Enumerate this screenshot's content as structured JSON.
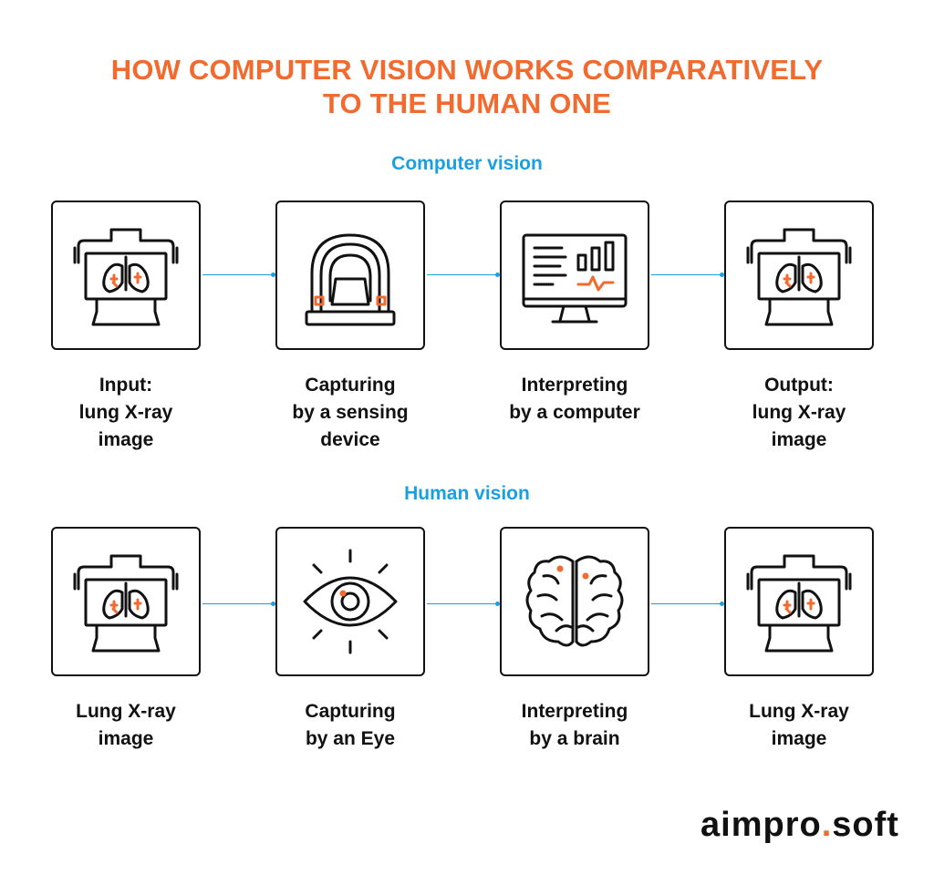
{
  "title": {
    "line1": "HOW COMPUTER VISION WORKS COMPARATIVELY",
    "line2": "TO THE HUMAN ONE"
  },
  "colors": {
    "accent": "#f26a2e",
    "section": "#1a9fe0",
    "ink": "#111111"
  },
  "computer_vision": {
    "label": "Computer vision",
    "steps": [
      {
        "icon": "lung-xray-icon",
        "lines": [
          "Input:",
          "lung X-ray",
          "image"
        ]
      },
      {
        "icon": "scanner-icon",
        "lines": [
          "Capturing",
          "by a sensing",
          "device"
        ]
      },
      {
        "icon": "computer-monitor-icon",
        "lines": [
          "Interpreting",
          "by a computer"
        ]
      },
      {
        "icon": "lung-xray-icon",
        "lines": [
          "Output:",
          "lung X-ray",
          "image"
        ]
      }
    ]
  },
  "human_vision": {
    "label": "Human vision",
    "steps": [
      {
        "icon": "lung-xray-icon",
        "lines": [
          "Lung X-ray",
          "image"
        ]
      },
      {
        "icon": "eye-icon",
        "lines": [
          "Capturing",
          "by an Eye"
        ]
      },
      {
        "icon": "brain-icon",
        "lines": [
          "Interpreting",
          "by a brain"
        ]
      },
      {
        "icon": "lung-xray-icon",
        "lines": [
          "Lung X-ray",
          "image"
        ]
      }
    ]
  },
  "logo": {
    "part1": "aimpro",
    "dot": ".",
    "part2": "soft"
  }
}
